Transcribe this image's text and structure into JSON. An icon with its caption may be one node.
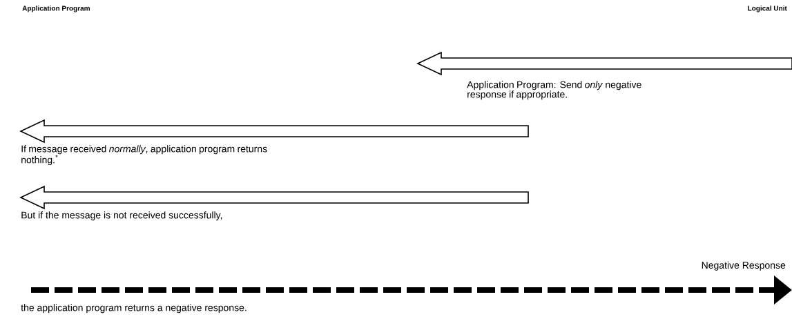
{
  "diagram": {
    "labels": [
      "Application Program",
      "Logical Unit",
      "Application Program:  Send *only* negative response if appropriate.",
      "If message received *normally*, application program returns nothing.$^{*}$",
      "But if the message is not received successfully,",
      "Negative Response",
      "the application program returns a negative response."
    ]
  }
}
